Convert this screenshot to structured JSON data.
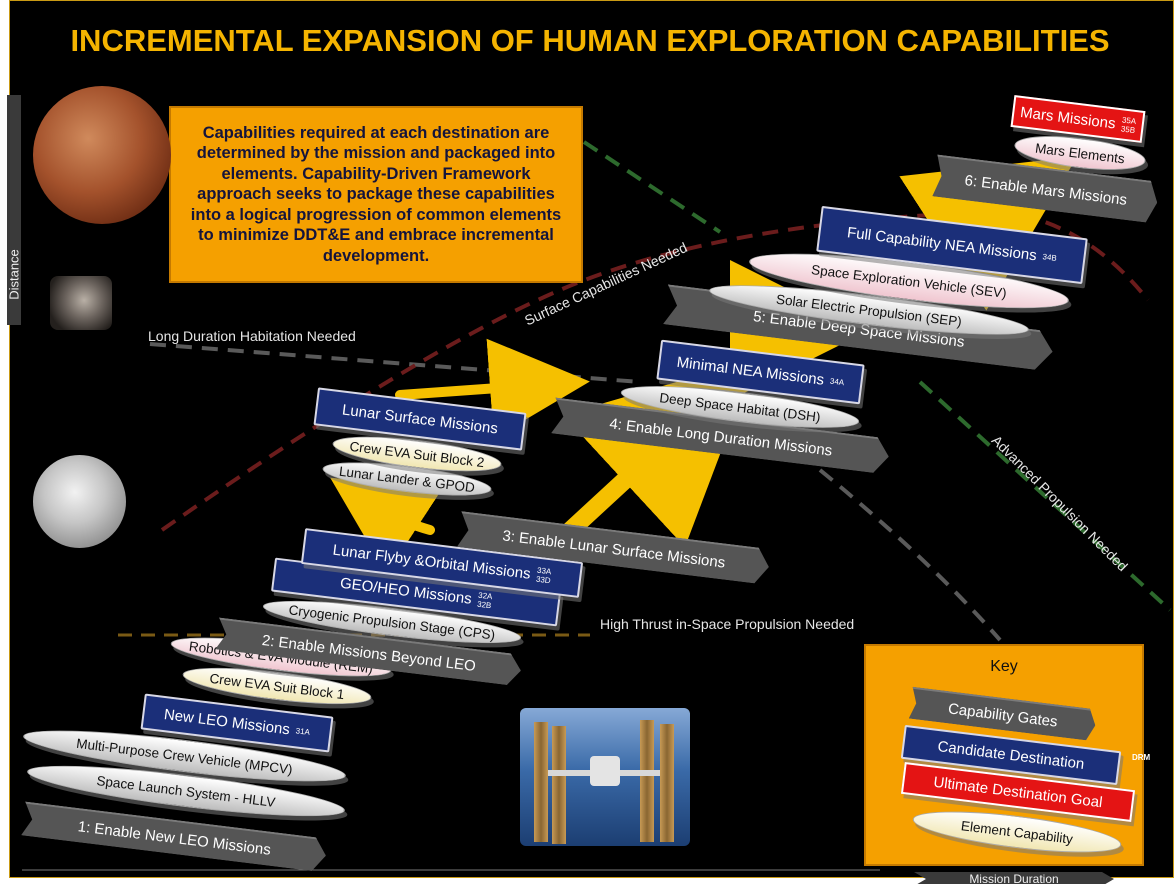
{
  "title": "INCREMENTAL EXPANSION OF HUMAN EXPLORATION CAPABILITIES",
  "callout": "Capabilities required at each destination are determined by the mission and packaged into elements. Capability-Driven Framework approach seeks to package these capabilities into a logical progression of common elements to minimize DDT&E and embrace incremental development.",
  "axes": {
    "distance": "Distance",
    "mission_duration": "Mission Duration"
  },
  "guide_labels": {
    "long_duration": "Long Duration Habitation Needed",
    "surface": "Surface Capabilities Needed",
    "high_thrust": "High Thrust in-Space Propulsion Needed",
    "advanced_propulsion": "Advanced Propulsion Needed"
  },
  "gates": {
    "g1": "1: Enable New LEO Missions",
    "g2": "2: Enable Missions Beyond LEO",
    "g3": "3: Enable Lunar Surface Missions",
    "g4": "4: Enable Long Duration Missions",
    "g5": "5: Enable Deep Space Missions",
    "g6": "6: Enable Mars Missions"
  },
  "destinations": {
    "new_leo": {
      "label": "New LEO Missions",
      "code": "31A"
    },
    "lunar_flyby": {
      "label": "Lunar Flyby &Orbital Missions",
      "code1": "33A",
      "code2": "33D"
    },
    "geo_heo": {
      "label": "GEO/HEO Missions",
      "code1": "32A",
      "code2": "32B"
    },
    "lunar_surface": {
      "label": "Lunar Surface Missions"
    },
    "minimal_nea": {
      "label": "Minimal NEA Missions",
      "code": "34A"
    },
    "full_nea": {
      "label": "Full Capability NEA Missions",
      "code": "34B"
    },
    "mars": {
      "label": "Mars Missions",
      "code1": "35A",
      "code2": "35B"
    }
  },
  "elements": {
    "sls": "Space Launch System - HLLV",
    "mpcv": "Multi-Purpose Crew Vehicle (MPCV)",
    "eva1": "Crew EVA Suit Block 1",
    "rem": "Robotics & EVA Module (REM)",
    "cps": "Cryogenic Propulsion Stage (CPS)",
    "lander": "Lunar Lander & GPOD",
    "eva2": "Crew EVA Suit Block 2",
    "dsh": "Deep Space Habitat (DSH)",
    "sep": "Solar Electric Propulsion (SEP)",
    "sev": "Space Exploration Vehicle (SEV)",
    "mars_elements": "Mars Elements"
  },
  "key": {
    "title": "Key",
    "gate": "Capability Gates",
    "destination": "Candidate Destination",
    "ultimate": "Ultimate Destination Goal",
    "element": "Element Capability",
    "code": "DRM"
  },
  "colors": {
    "gate": "#555555",
    "destination": "#1b2f79",
    "ultimate": "#e41414",
    "callout": "#f5a000",
    "title": "#f5b400",
    "arrow": "#f5c000",
    "line_red": "#6b1c1c",
    "line_green": "#2d6a2d",
    "line_gray": "#5a5a5a",
    "line_gold": "#7a5a14"
  }
}
